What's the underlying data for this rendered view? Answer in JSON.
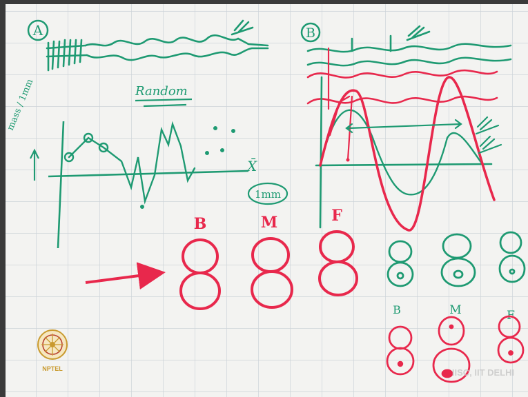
{
  "colors": {
    "paper": "#f3f3f1",
    "grid": "#cdd3d8",
    "marker_green": "#1e9a72",
    "marker_red": "#e8284c",
    "logo_gold": "#c99a2e"
  },
  "labels": {
    "panel_a": "A",
    "panel_b": "B",
    "random": "Random",
    "mass_axis": "mass / 1mm",
    "x_axis": "X̄",
    "one_mm": "1mm",
    "big_b": "B",
    "big_m": "M",
    "big_f": "F",
    "small_b": "B",
    "small_m": "M",
    "small_f": "F"
  },
  "logo": {
    "text": "NPTEL"
  },
  "watermark": {
    "text": "IISC, IIT DELHI"
  }
}
